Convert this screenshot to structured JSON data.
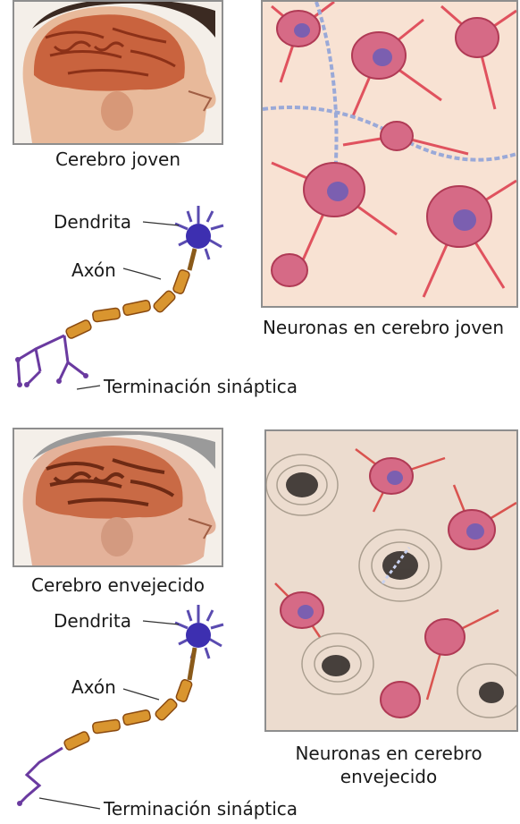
{
  "panels": [
    {
      "brain_caption": "Cerebro joven",
      "neurons_caption_lines": [
        "Neuronas en cerebro joven"
      ],
      "labels": {
        "dendrite": "Dendrita",
        "axon": "Axón",
        "terminal": "Terminación sináptica"
      }
    },
    {
      "brain_caption": "Cerebro envejecido",
      "neurons_caption_lines": [
        "Neuronas en cerebro",
        "envejecido"
      ],
      "labels": {
        "dendrite": "Dendrita",
        "axon": "Axón",
        "terminal": "Terminación sináptica"
      }
    }
  ]
}
